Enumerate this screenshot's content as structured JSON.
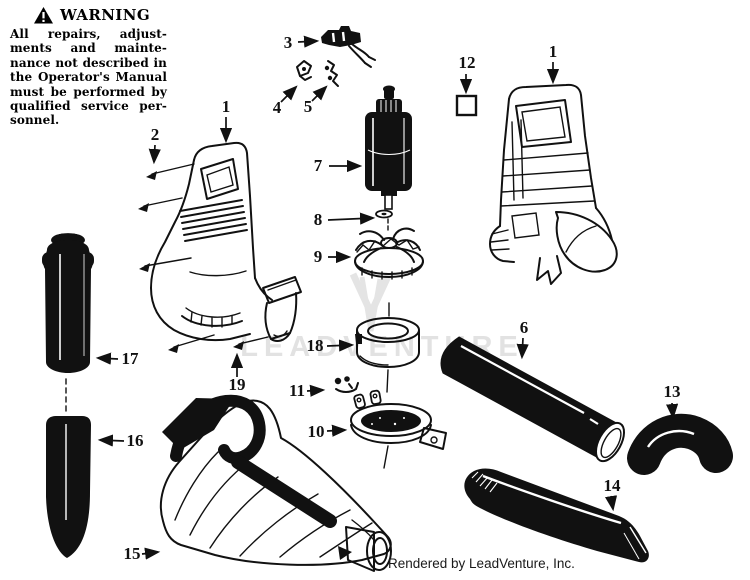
{
  "warning": {
    "title": "WARNING",
    "lines": [
      "All repairs, adjust-",
      "ments and mainte-",
      "nance not described in",
      "the Operator's Manual",
      "must be performed by",
      "qualified service per-",
      "sonnel."
    ]
  },
  "callouts": [
    {
      "label": "1",
      "part": "left-housing"
    },
    {
      "label": "2",
      "part": "housing-screws"
    },
    {
      "label": "3",
      "part": "switch"
    },
    {
      "label": "4",
      "part": "small-clip"
    },
    {
      "label": "5",
      "part": "small-clip"
    },
    {
      "label": "6",
      "part": "blower-tube"
    },
    {
      "label": "7",
      "part": "motor"
    },
    {
      "label": "8",
      "part": "washer"
    },
    {
      "label": "9",
      "part": "impeller-fan"
    },
    {
      "label": "10",
      "part": "clamp-ring"
    },
    {
      "label": "11",
      "part": "retainer-clip"
    },
    {
      "label": "12",
      "part": "square-nut"
    },
    {
      "label": "13",
      "part": "elbow-nozzle"
    },
    {
      "label": "14",
      "part": "flat-nozzle"
    },
    {
      "label": "15",
      "part": "debris-bag"
    },
    {
      "label": "16",
      "part": "vacuum-tube-lower"
    },
    {
      "label": "17",
      "part": "vacuum-tube-upper"
    },
    {
      "label": "18",
      "part": "outlet-collar"
    },
    {
      "label": "19",
      "part": "screw"
    },
    {
      "label": "1",
      "part": "right-housing"
    }
  ],
  "watermark": {
    "logo": "V",
    "text": "LEADVENTURE"
  },
  "footer": {
    "credit": "Rendered by LeadVenture, Inc."
  },
  "colors": {
    "ink": "#111111",
    "paper": "#ffffff",
    "watermark": "#e2e2e2"
  }
}
